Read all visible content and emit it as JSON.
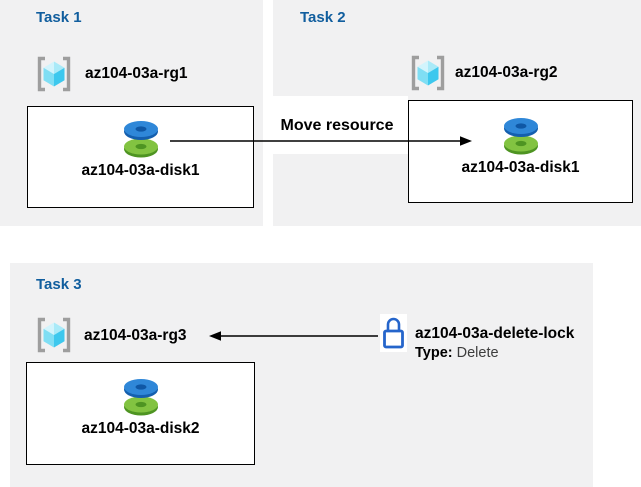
{
  "palette": {
    "panel_bg": "#f1f1f2",
    "task_title_color": "#115e9e",
    "lock_blue": "#2565cb",
    "arrow_color": "#000000",
    "disk_blue_top": "#2f87d8",
    "disk_blue_rim": "#145fae",
    "disk_green_top": "#82c341",
    "disk_green_rim": "#4e9422",
    "cube_cyan_light": "#d2f4fc",
    "cube_cyan_mid": "#a9eaf8",
    "cube_cyan_deep": "#3dc8ee",
    "bracket_gray": "#9e9e9e"
  },
  "task1": {
    "title": "Task 1",
    "rg_label": "az104-03a-rg1",
    "disk_label": "az104-03a-disk1"
  },
  "task2": {
    "title": "Task 2",
    "rg_label": "az104-03a-rg2",
    "disk_label": "az104-03a-disk1"
  },
  "task3": {
    "title": "Task 3",
    "rg_label": "az104-03a-rg3",
    "disk_label": "az104-03a-disk2"
  },
  "move_arrow": {
    "label": "Move resource",
    "direction": "left-to-right"
  },
  "lock": {
    "name": "az104-03a-delete-lock",
    "type_label": "Type:",
    "type_value": "Delete"
  },
  "icons": {
    "resource_group": "resource-group-icon (cyan cube in gray brackets)",
    "disk": "disk-icon (blue disk stacked on green disk)",
    "lock": "lock-icon (blue padlock outline)"
  }
}
